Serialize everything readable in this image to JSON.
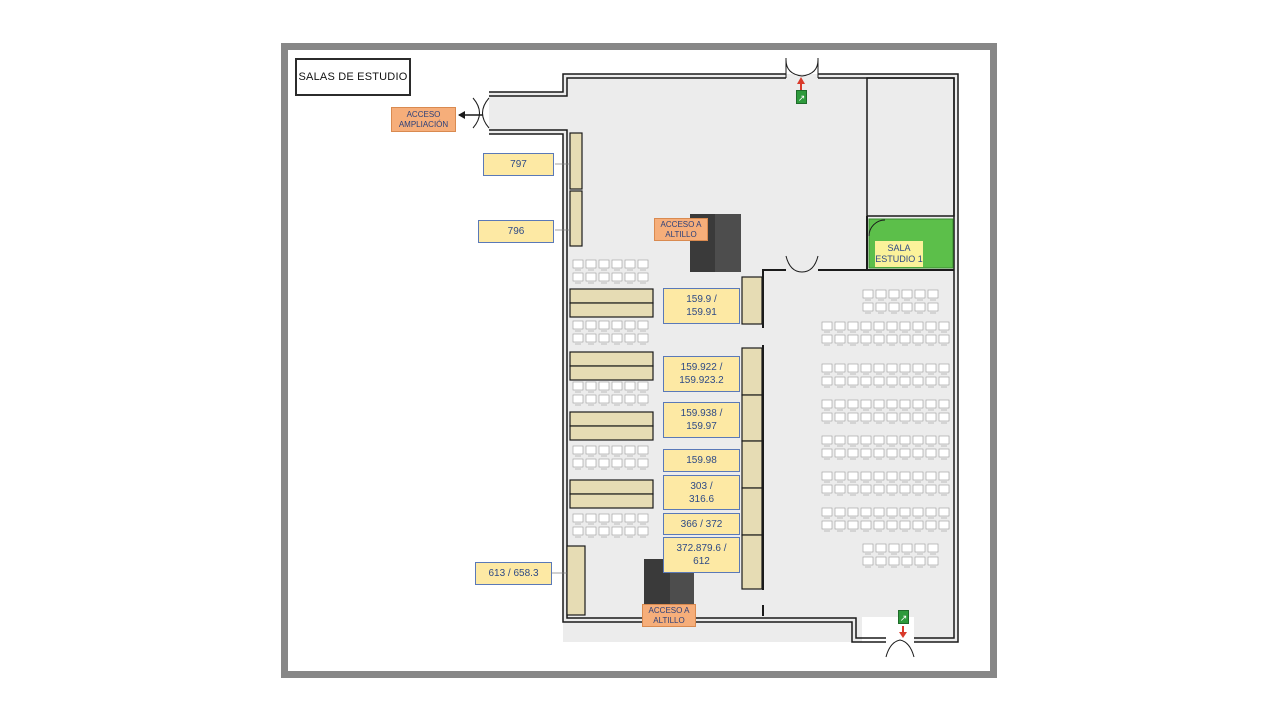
{
  "title": "SALAS  DE ESTUDIO",
  "access_labels": {
    "ampliacion": "ACCESO\nAMPLIACIÓN",
    "altillo_top": "ACCESO A\nALTILLO",
    "altillo_bottom": "ACCESO A\nALTILLO"
  },
  "room_label": "SALA\nESTUDIO 1",
  "shelf_labels": {
    "s797": "797",
    "s796": "796",
    "s613": "613 / 658.3",
    "s159_9": "159.9 /\n159.91",
    "s159_922": "159.922 /\n159.923.2",
    "s159_938": "159.938 /\n159.97",
    "s159_98": "159.98",
    "s303": "303 /\n316.6",
    "s366": "366 / 372",
    "s372_879": "372.879.6 /\n612"
  },
  "icons": [
    "emergency-exit-icon",
    "exit-arrow-icon",
    "double-door-icon",
    "stairs-icon",
    "study-table-icon"
  ],
  "colors": {
    "floor": "#ececec",
    "wall": "#1a1a1a",
    "frame": "#878787",
    "shelf": "#e6dcb4",
    "label_yellow": "#fde9a4",
    "label_orange": "#f6ae7a",
    "room_green": "#5cbf4a",
    "stairs": "#4d4d4d",
    "exit_green": "#2e9a3c",
    "exit_arrow": "#d93a2b"
  }
}
